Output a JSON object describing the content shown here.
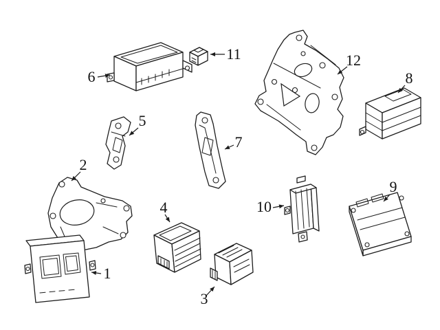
{
  "diagram": {
    "background_color": "#ffffff",
    "line_color": "#1c1c1c",
    "callouts": [
      {
        "number": "1"
      },
      {
        "number": "2"
      },
      {
        "number": "3"
      },
      {
        "number": "4"
      },
      {
        "number": "5"
      },
      {
        "number": "6"
      },
      {
        "number": "7"
      },
      {
        "number": "8"
      },
      {
        "number": "9"
      },
      {
        "number": "10"
      },
      {
        "number": "11"
      },
      {
        "number": "12"
      }
    ]
  }
}
